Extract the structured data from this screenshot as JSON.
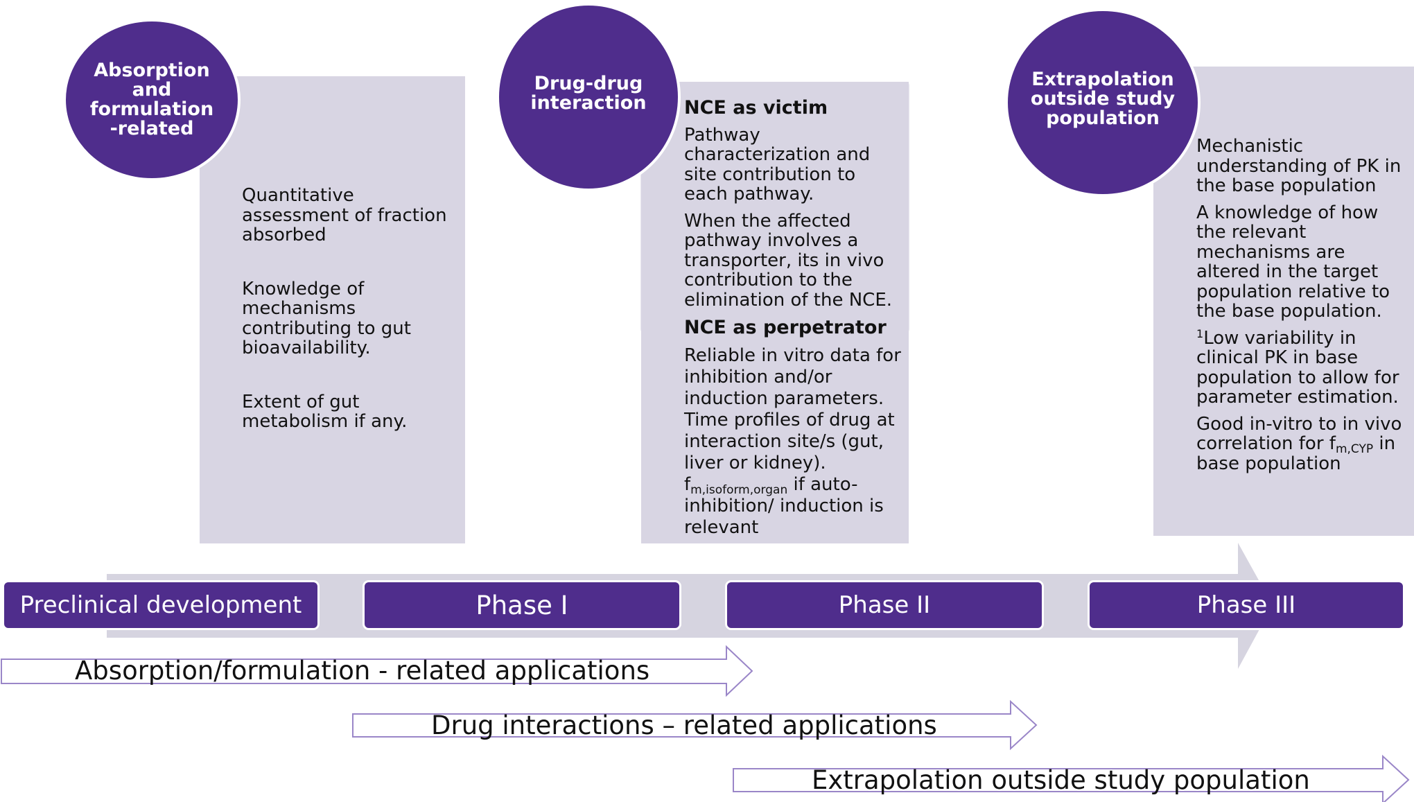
{
  "colors": {
    "purple": "#4f2d8c",
    "box_gray": "#d8d5e3",
    "timeline_arrow": "#d6d4e0",
    "outline_arrow": "#9a86c8"
  },
  "circles": {
    "absorption": [
      "Absorption",
      "and",
      "formulation",
      "-related"
    ],
    "ddi": [
      "Drug-drug",
      "interaction"
    ],
    "extrapolation": [
      "Extrapolation",
      "outside study",
      "population"
    ]
  },
  "box_absorption": {
    "items": [
      "Quantitative assessment of fraction absorbed",
      "Knowledge of mechanisms contributing to gut bioavailability.",
      "Extent of gut metabolism if any."
    ]
  },
  "box_ddi": {
    "victim_header": "NCE as victim",
    "victim_items": [
      "Pathway characterization and site contribution to each pathway.",
      "When the affected pathway involves a transporter, its in vivo contribution to the elimination of the NCE."
    ],
    "perpetrator_header": "NCE as perpetrator",
    "perpetrator_items": [
      "Reliable in vitro data for inhibition and/or induction parameters.",
      "Time profiles of drug at interaction site/s (gut, liver or kidney)."
    ],
    "fm_base": "f",
    "fm_sub": "m,isoform,organ",
    "fm_rest": " if auto-inhibition/ induction is relevant"
  },
  "box_extrapolation": {
    "items": [
      "Mechanistic understanding of PK in the base population",
      "A knowledge of how the relevant mechanisms are altered in the target population relative to the base population."
    ],
    "lowvar_sup": "1",
    "lowvar_text": "Low variability in clinical PK in base population to allow for parameter estimation.",
    "good_text": "Good in-vitro to in vivo correlation for",
    "fm_base": "f",
    "fm_sub": "m,CYP",
    "fm_rest": " in base population"
  },
  "phases": [
    "Preclinical development",
    "Phase I",
    "Phase II",
    "Phase III"
  ],
  "applications": [
    "Absorption/formulation - related applications",
    "Drug interactions – related applications",
    "Extrapolation outside study population"
  ]
}
